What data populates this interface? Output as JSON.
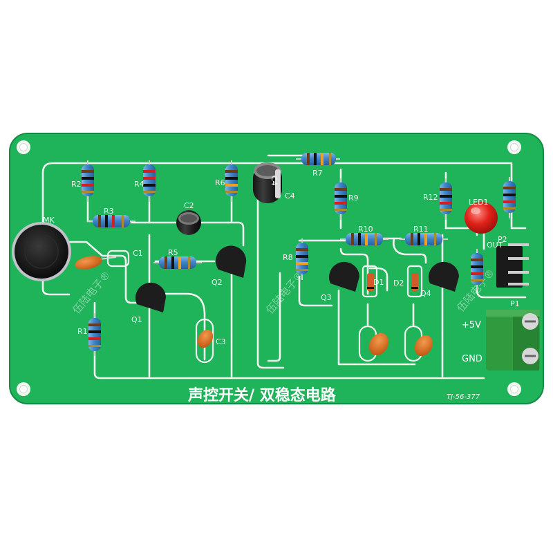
{
  "board": {
    "title": "声控开关/ 双稳态电路",
    "code": "TJ-56-377",
    "watermark": "伍陆电子®"
  },
  "labels": {
    "mk": "MK",
    "r1": "R1",
    "r2": "R2",
    "r3": "R3",
    "r4": "R4",
    "r5": "R5",
    "r6": "R6",
    "r7": "R7",
    "r8": "R8",
    "r9": "R9",
    "r10": "R10",
    "r11": "R11",
    "r12": "R12",
    "c1": "C1",
    "c2": "C2",
    "c3": "C3",
    "c4": "C4",
    "c4_body": "C4",
    "q1": "Q1",
    "q2": "Q2",
    "q3": "Q3",
    "q4": "Q4",
    "d1": "D1",
    "d2": "D2",
    "led": "LED1",
    "p1": "P1",
    "p2": "P2",
    "out": "OUT",
    "plus5v": "+5V",
    "gnd": "GND"
  },
  "colors": {
    "board": "#1fb35a",
    "trace": "#f2f6f1",
    "resistor": "#3f86c9",
    "ceramic": "#e0741c",
    "transistor": "#1d1d1d",
    "led": "#e0221a",
    "terminal": "#2f9a3e"
  }
}
